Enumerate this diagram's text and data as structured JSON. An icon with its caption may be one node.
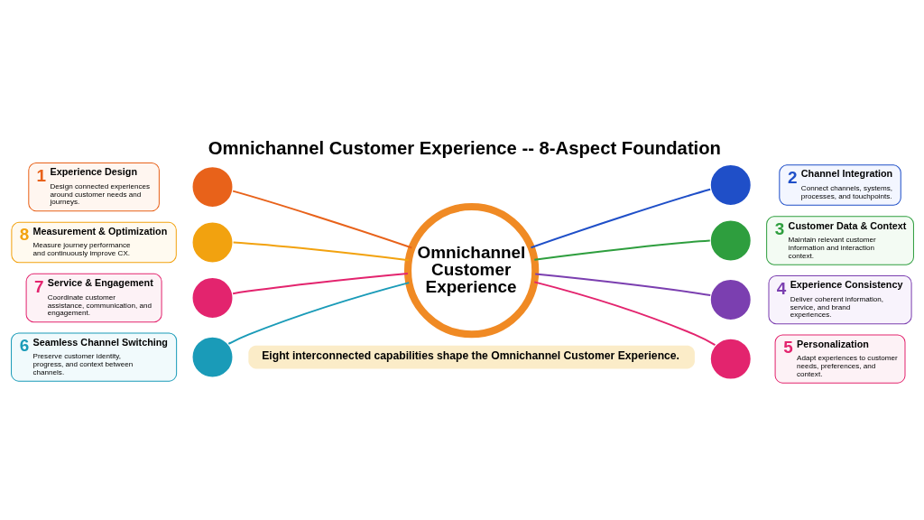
{
  "diagram": {
    "title": "Omnichannel Customer Experience -- 8-Aspect Foundation",
    "caption": "Eight interconnected capabilities shape the Omnichannel Customer Experience.",
    "nodes": [
      {
        "text": [
          "Omnichannel Customer Experience"
        ]
      },
      {
        "text": [
          "1",
          "Experience Design",
          "Design connected experiences around customer needs and journeys."
        ]
      },
      {
        "text": [],
        "shape": "circle"
      },
      {
        "text": [
          "2",
          "Channel Integration",
          "Connect channels, systems, processes, and touchpoints."
        ]
      },
      {
        "text": [],
        "shape": "circle"
      },
      {
        "text": [
          "3",
          "Customer Data & Context",
          "Maintain relevant customer information and interaction context."
        ]
      },
      {
        "text": [],
        "shape": "circle"
      },
      {
        "text": [
          "4",
          "Experience Consistency",
          "Deliver coherent information, service, and brand experiences."
        ]
      },
      {
        "text": [],
        "shape": "circle"
      },
      {
        "text": [
          "5",
          "Personalization",
          "Adapt experiences to customer needs, preferences, and context."
        ]
      },
      {
        "text": [],
        "shape": "circle"
      },
      {
        "text": [
          "6",
          "Seamless Channel Switching",
          "Preserve customer identity, progress, and context between channels."
        ]
      },
      {
        "text": [],
        "shape": "circle"
      },
      {
        "text": [
          "7",
          "Service & Engagement",
          "Coordinate customer assistance, communication, and engagement."
        ]
      },
      {
        "text": [],
        "shape": "circle"
      },
      {
        "text": [
          "8",
          "Measurement & Optimization",
          "Measure journey performance and continuously improve CX."
        ]
      },
      {
        "text": [],
        "shape": "circle"
      }
    ],
    "edges": [
      {
        "from": 0,
        "to": 2,
        "arrow": "none",
        "color": "#e8621a"
      },
      {
        "from": 0,
        "to": 4,
        "arrow": "none",
        "color": "#1f4fc8"
      },
      {
        "from": 0,
        "to": 6,
        "arrow": "none",
        "color": "#2e9e3e"
      },
      {
        "from": 0,
        "to": 8,
        "arrow": "none",
        "color": "#7b3fb0"
      },
      {
        "from": 0,
        "to": 10,
        "arrow": "none",
        "color": "#e3246e"
      },
      {
        "from": 0,
        "to": 12,
        "arrow": "none",
        "color": "#1a9bb8"
      },
      {
        "from": 0,
        "to": 14,
        "arrow": "none",
        "color": "#e3246e"
      },
      {
        "from": 0,
        "to": 16,
        "arrow": "none",
        "color": "#f2a20f"
      }
    ]
  }
}
